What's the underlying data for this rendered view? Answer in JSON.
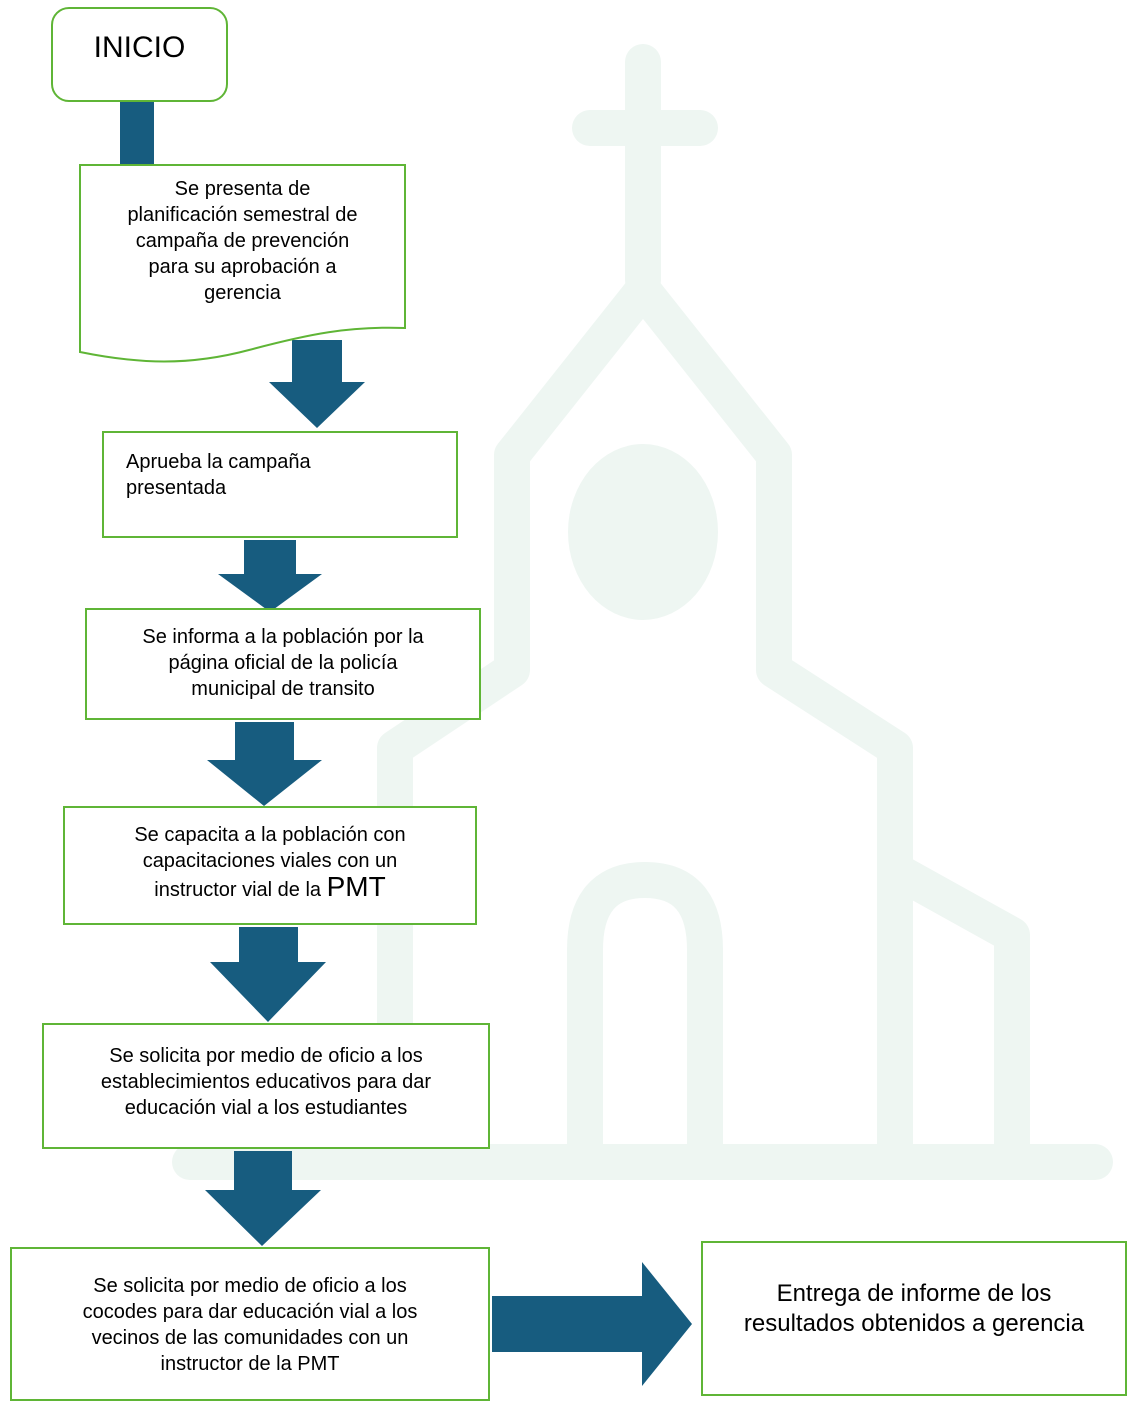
{
  "flowchart": {
    "start_label": "INICIO",
    "step1": {
      "lines": [
        "Se presenta de",
        "planificación semestral de",
        "campaña de prevención",
        "para su aprobación a",
        "gerencia"
      ]
    },
    "step2": {
      "lines": [
        "Aprueba la campaña",
        "presentada"
      ]
    },
    "step3": {
      "lines": [
        "Se informa a la población por la",
        "página oficial de la policía",
        "municipal de transito"
      ]
    },
    "step4": {
      "line1": "Se capacita a la población con",
      "line2": "capacitaciones viales con un",
      "line3_prefix": "instructor vial de la ",
      "line3_big": "PMT"
    },
    "step5": {
      "lines": [
        "Se solicita por medio de oficio a los",
        "establecimientos educativos para dar",
        "educación vial a los estudiantes"
      ]
    },
    "step6": {
      "lines": [
        "Se solicita por medio de oficio a los",
        "cocodes para dar educación vial a los",
        "vecinos de las comunidades con un",
        "instructor de la PMT"
      ]
    },
    "step7": {
      "lines": [
        "Entrega de informe de los",
        "resultados obtenidos a gerencia"
      ]
    }
  },
  "colors": {
    "box_border": "#5fb536",
    "arrow_fill": "#175c7f",
    "watermark": "#eef6f2"
  },
  "icons": {
    "watermark": "church-icon"
  }
}
